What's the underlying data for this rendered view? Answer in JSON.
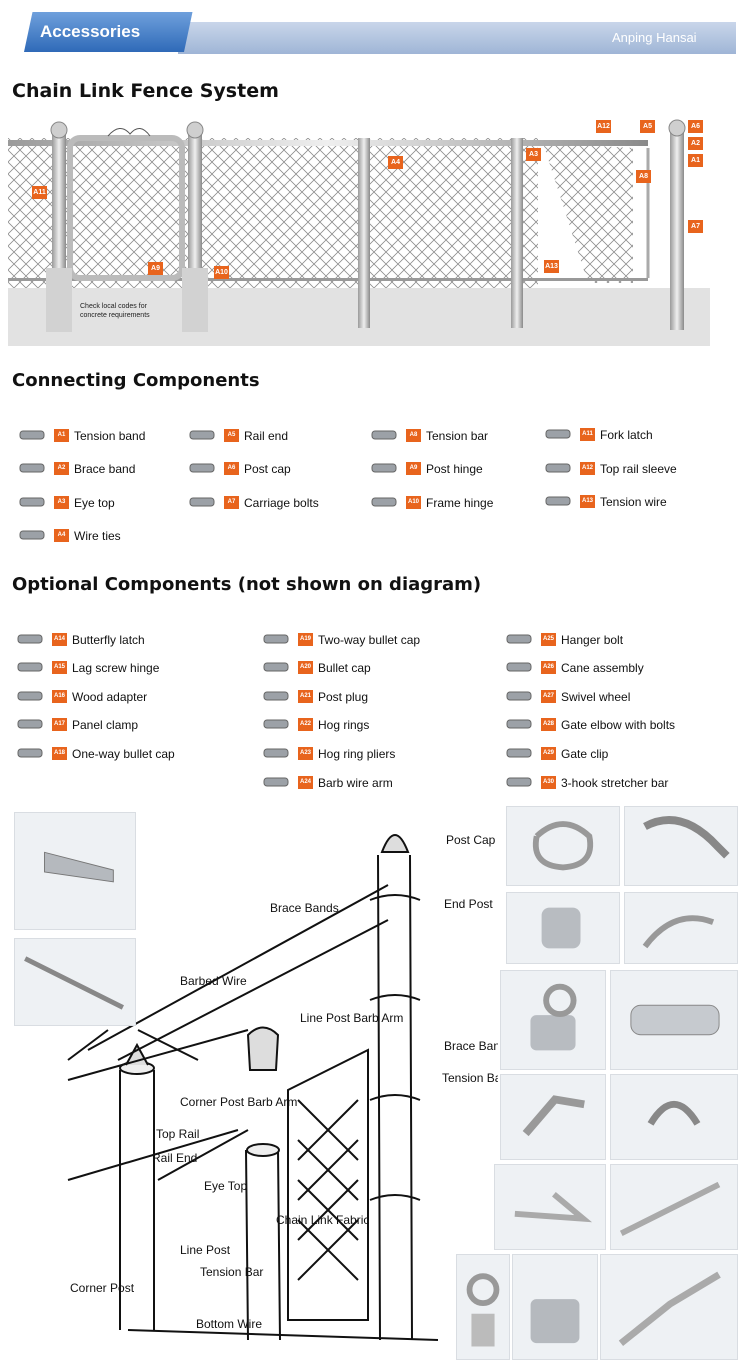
{
  "header": {
    "title": "Accessories",
    "brand": "Anping Hansai"
  },
  "diagram_section": {
    "title": "Chain Link Fence System",
    "note": "Check local codes for concrete requirements",
    "callouts": {
      "a1": "A1",
      "a2": "A2",
      "a3": "A3",
      "a4": "A4",
      "a5": "A5",
      "a6": "A6",
      "a7": "A7",
      "a8": "A8",
      "a9": "A9",
      "a10": "A10",
      "a11": "A11",
      "a12": "A12",
      "a13": "A13"
    }
  },
  "connecting": {
    "title": "Connecting Components",
    "items": [
      {
        "code": "A1",
        "label": "Tension band"
      },
      {
        "code": "A2",
        "label": "Brace band"
      },
      {
        "code": "A3",
        "label": "Eye top"
      },
      {
        "code": "A4",
        "label": "Wire ties"
      },
      {
        "code": "A5",
        "label": "Rail end"
      },
      {
        "code": "A6",
        "label": "Post cap"
      },
      {
        "code": "A7",
        "label": "Carriage bolts"
      },
      {
        "code": "A8",
        "label": "Tension bar"
      },
      {
        "code": "A9",
        "label": "Post hinge"
      },
      {
        "code": "A10",
        "label": "Frame hinge"
      },
      {
        "code": "A11",
        "label": "Fork latch"
      },
      {
        "code": "A12",
        "label": "Top rail sleeve"
      },
      {
        "code": "A13",
        "label": "Tension wire"
      }
    ]
  },
  "optional": {
    "title": "Optional Components (not shown on diagram)",
    "items": [
      {
        "code": "A14",
        "label": "Butterfly latch"
      },
      {
        "code": "A15",
        "label": "Lag screw hinge"
      },
      {
        "code": "A16",
        "label": "Wood adapter"
      },
      {
        "code": "A17",
        "label": "Panel clamp"
      },
      {
        "code": "A18",
        "label": "One-way bullet cap"
      },
      {
        "code": "A19",
        "label": "Two-way bullet cap"
      },
      {
        "code": "A20",
        "label": "Bullet cap"
      },
      {
        "code": "A21",
        "label": "Post plug"
      },
      {
        "code": "A22",
        "label": "Hog rings"
      },
      {
        "code": "A23",
        "label": "Hog ring pliers"
      },
      {
        "code": "A24",
        "label": "Barb wire arm"
      },
      {
        "code": "A25",
        "label": "Hanger bolt"
      },
      {
        "code": "A26",
        "label": "Cane assembly"
      },
      {
        "code": "A27",
        "label": "Swivel wheel"
      },
      {
        "code": "A28",
        "label": "Gate elbow with bolts"
      },
      {
        "code": "A29",
        "label": "Gate clip"
      },
      {
        "code": "A30",
        "label": "3-hook stretcher bar"
      }
    ]
  },
  "sketch": {
    "labels": {
      "post_cap": "Post Cap",
      "end_post": "End Post",
      "brace_bands": "Brace Bands",
      "barbed_wire": "Barbed Wire",
      "line_post_barb_arm": "Line Post Barb Arm",
      "brace_band": "Brace Band",
      "tension_band": "Tension Band",
      "corner_post_barb_arm": "Corner Post Barb Arm",
      "top_rail": "Top Rail",
      "rail_end": "Rail End",
      "eye_top": "Eye Top",
      "chain_link_fabric": "Chain Link Fabric",
      "line_post": "Line Post",
      "tension_bar": "Tension Bar",
      "corner_post": "Corner Post",
      "bottom_wire": "Bottom Wire"
    }
  },
  "colors": {
    "accent": "#e8641d",
    "banner": "#2f6ab8",
    "banner_bar": "#a9bddb"
  }
}
